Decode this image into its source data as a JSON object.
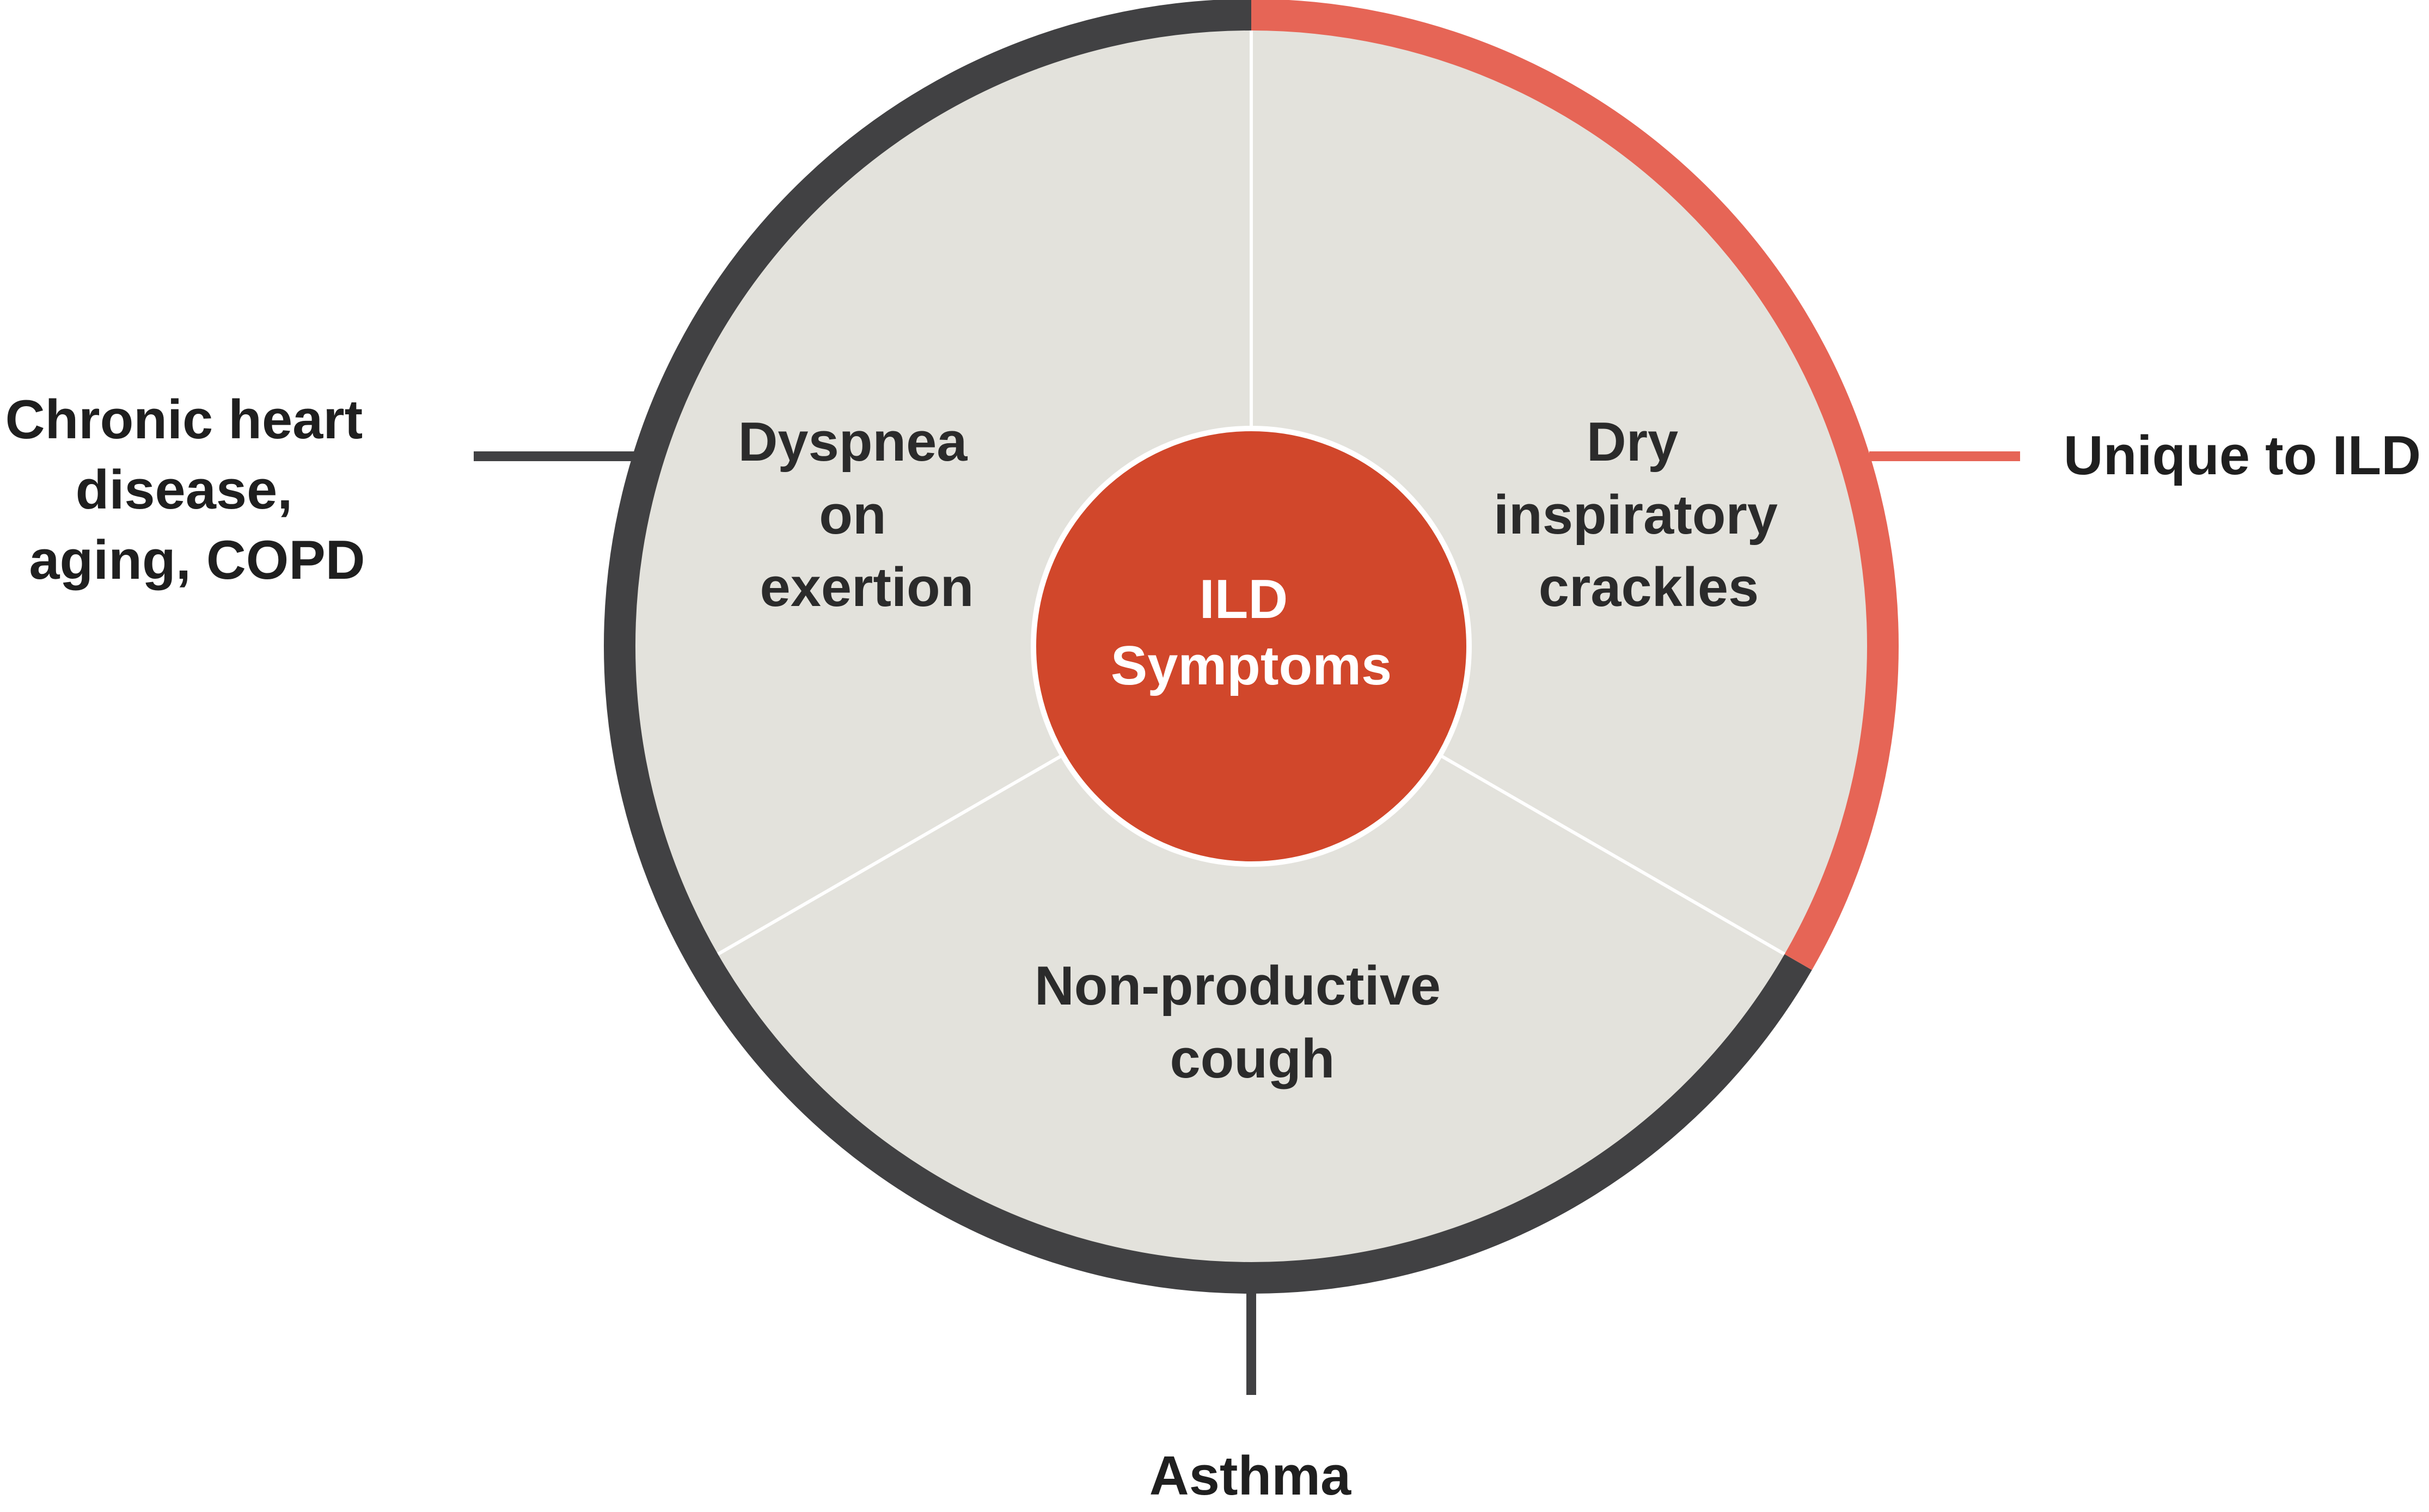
{
  "colors": {
    "segment_fill": "#e3e2dc",
    "divider": "#ffffff",
    "outer_ring_dark": "#414143",
    "outer_ring_accent": "#e66556",
    "center_fill": "#d1472b",
    "center_text": "#ffffff",
    "label_text": "#1f1f1f"
  },
  "center": {
    "lines": [
      "ILD",
      "Symptoms"
    ]
  },
  "segments": [
    {
      "id": "dyspnea",
      "lines": [
        "Dyspnea",
        "on",
        "exertion"
      ]
    },
    {
      "id": "crackles",
      "lines": [
        "Dry",
        "inspiratory",
        "crackles"
      ]
    },
    {
      "id": "cough",
      "lines": [
        "Non-productive",
        "cough"
      ]
    }
  ],
  "callouts": {
    "left": {
      "lines": [
        "Chronic heart",
        "disease,",
        "aging, COPD"
      ]
    },
    "right": {
      "lines": [
        "Unique to ILD"
      ]
    },
    "bottom": {
      "lines": [
        "Asthma"
      ]
    }
  }
}
